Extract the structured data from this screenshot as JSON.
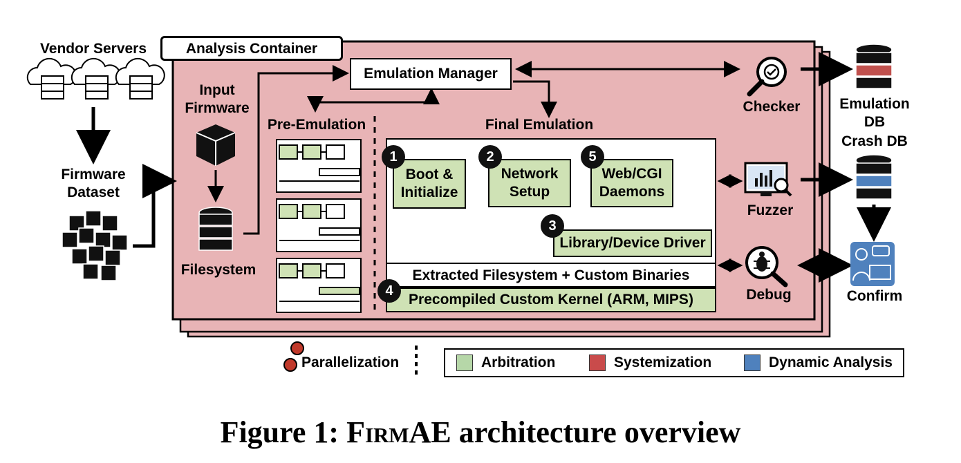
{
  "vendor_servers": "Vendor Servers",
  "firmware_dataset": [
    "Firmware",
    "Dataset"
  ],
  "analysis_container": "Analysis Container",
  "input_firmware": [
    "Input",
    "Firmware"
  ],
  "filesystem": "Filesystem",
  "pre_emulation": "Pre-Emulation",
  "emulation_manager": "Emulation Manager",
  "final_emulation": "Final Emulation",
  "steps": {
    "s1": {
      "num": "1",
      "label": [
        "Boot &",
        "Initialize"
      ]
    },
    "s2": {
      "num": "2",
      "label": [
        "Network",
        "Setup"
      ]
    },
    "s5": {
      "num": "5",
      "label": [
        "Web/CGI",
        "Daemons"
      ]
    },
    "s3": {
      "num": "3",
      "label": "Library/Device Driver"
    },
    "s4": {
      "num": "4",
      "label": "Precompiled Custom Kernel (ARM, MIPS)"
    }
  },
  "extracted_fs": "Extracted Filesystem + Custom Binaries",
  "checker": "Checker",
  "fuzzer": "Fuzzer",
  "debug": "Debug",
  "emulation_db": [
    "Emulation",
    "DB"
  ],
  "crash_db": "Crash DB",
  "confirm": "Confirm",
  "parallelization": "Parallelization",
  "legend": [
    {
      "label": "Arbitration",
      "color": "#b6d7a8"
    },
    {
      "label": "Systemization",
      "color": "#c94b4b"
    },
    {
      "label": "Dynamic Analysis",
      "color": "#4f81bd"
    }
  ],
  "caption": {
    "prefix": "Figure 1: ",
    "name": "FirmAE",
    "suffix": " architecture overview"
  },
  "colors": {
    "container": "#e8b4b6",
    "arbitration": "#cfe2b5",
    "red_db": "#c0504d",
    "blue_db": "#4f81bd"
  }
}
